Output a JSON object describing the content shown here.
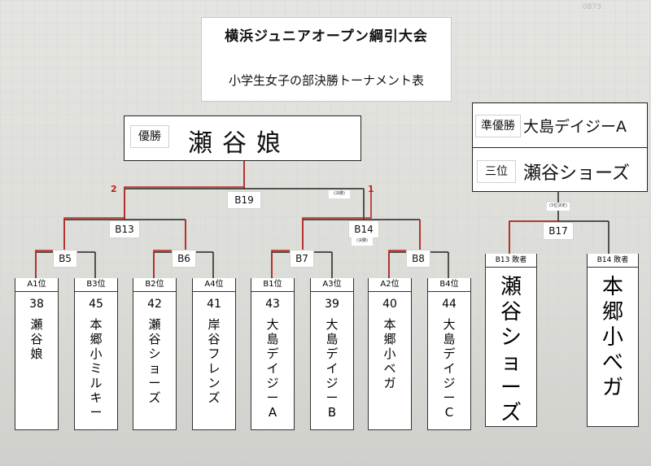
{
  "header": {
    "title": "横浜ジュニアオープン綱引大会",
    "subtitle": "小学生女子の部決勝トーナメント表",
    "corner_note": "0873"
  },
  "champion": {
    "label": "優勝",
    "team": "瀬谷娘"
  },
  "runner_up": {
    "label": "準優勝",
    "team": "大島デイジーA"
  },
  "third_place": {
    "label": "三位",
    "team": "瀬谷ショーズ"
  },
  "red_marks": {
    "left": "2",
    "right": "1"
  },
  "matches": {
    "b19": "B19",
    "b19_note": "(決勝)",
    "b13": "B13",
    "b14": "B14",
    "b14_note": "(決勝)",
    "b5": "B5",
    "b6": "B6",
    "b7": "B7",
    "b8": "B8",
    "b17": "B17",
    "b17_note": "(3位決定)"
  },
  "teams": [
    {
      "seed": "A1位",
      "number": "38",
      "name": "瀬谷　娘"
    },
    {
      "seed": "B3位",
      "number": "45",
      "name": "本郷小ミルキー"
    },
    {
      "seed": "B2位",
      "number": "42",
      "name": "瀬谷ショーズ"
    },
    {
      "seed": "A4位",
      "number": "41",
      "name": "岸谷フレンズ"
    },
    {
      "seed": "B1位",
      "number": "43",
      "name": "大島デイジーA"
    },
    {
      "seed": "A3位",
      "number": "39",
      "name": "大島デイジーB"
    },
    {
      "seed": "A2位",
      "number": "40",
      "name": "本郷小ベガ"
    },
    {
      "seed": "B4位",
      "number": "44",
      "name": "大島デイジーC"
    }
  ],
  "losers": [
    {
      "seed": "B13 敗者",
      "name": "瀬谷ショーズ"
    },
    {
      "seed": "B14 敗者",
      "name": "本郷小べガ"
    }
  ]
}
